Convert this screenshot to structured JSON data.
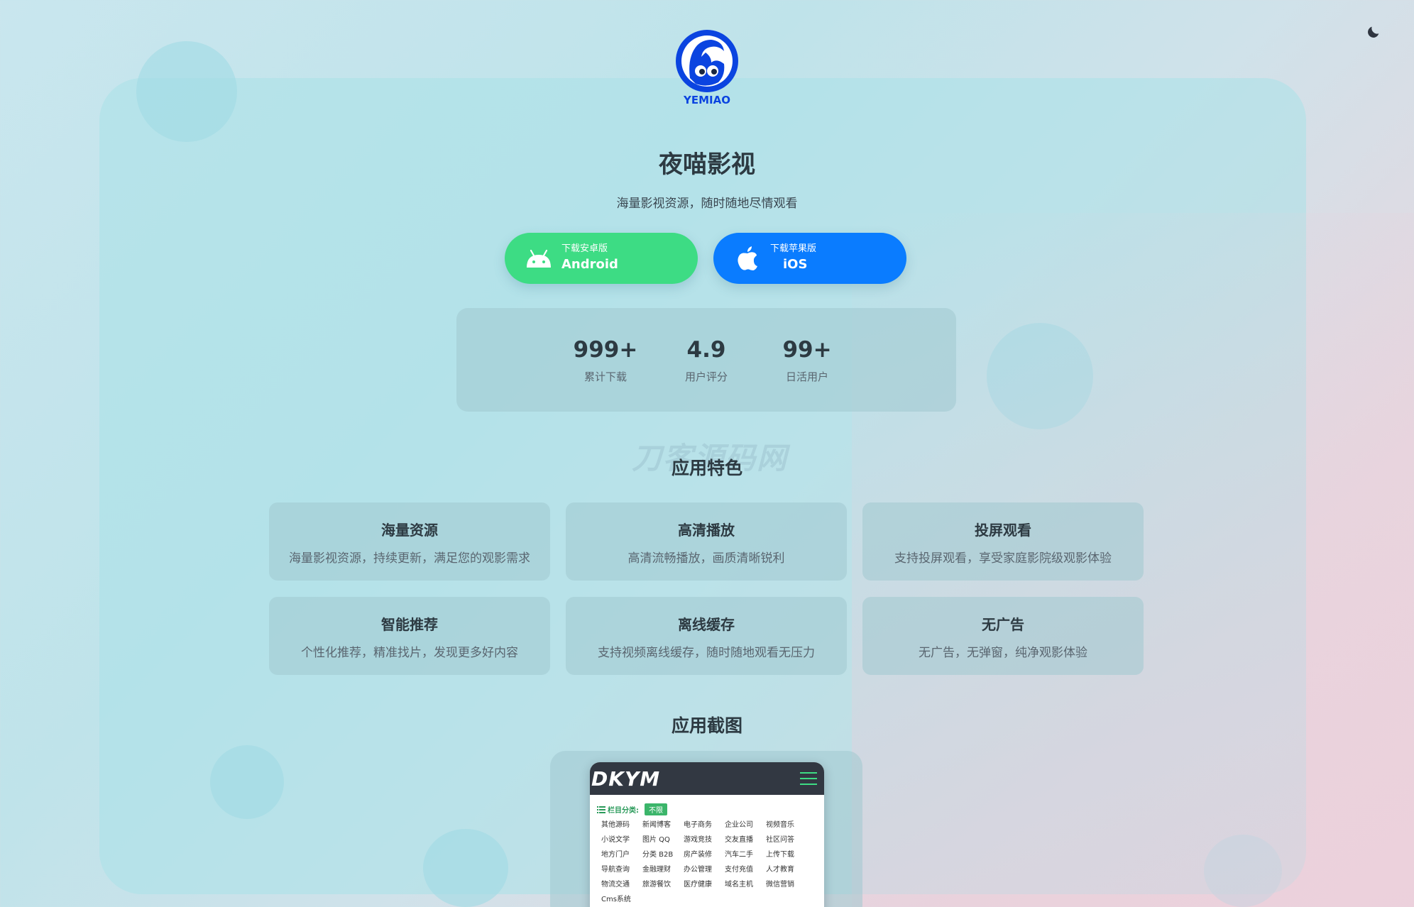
{
  "app": {
    "name": "夜喵影视",
    "tagline": "海量影视资源，随时随地尽情观看",
    "logo_text": "YEMIAO"
  },
  "theme_toggle": {
    "icon": "moon-icon"
  },
  "downloads": {
    "android": {
      "small": "下载安卓版",
      "big": "Android",
      "icon": "android-icon",
      "color": "#3ddc84"
    },
    "ios": {
      "small": "下载苹果版",
      "big": "iOS",
      "icon": "apple-icon",
      "color": "#0a7cff"
    }
  },
  "stats": [
    {
      "value": "999+",
      "label": "累计下载"
    },
    {
      "value": "4.9",
      "label": "用户评分"
    },
    {
      "value": "99+",
      "label": "日活用户"
    }
  ],
  "watermark": "刀客源码网",
  "features_section": {
    "title": "应用特色",
    "items": [
      {
        "title": "海量资源",
        "desc": "海量影视资源，持续更新，满足您的观影需求"
      },
      {
        "title": "高清播放",
        "desc": "高清流畅播放，画质清晰锐利"
      },
      {
        "title": "投屏观看",
        "desc": "支持投屏观看，享受家庭影院级观影体验"
      },
      {
        "title": "智能推荐",
        "desc": "个性化推荐，精准找片，发现更多好内容"
      },
      {
        "title": "离线缓存",
        "desc": "支持视频离线缓存，随时随地观看无压力"
      },
      {
        "title": "无广告",
        "desc": "无广告，无弹窗，纯净观影体验"
      }
    ]
  },
  "screenshots_section": {
    "title": "应用截图",
    "phone": {
      "brand": "DKYM",
      "category_label": "栏目分类:",
      "category_tag": "不限",
      "categories": [
        "其他源码",
        "新闻博客",
        "电子商务",
        "企业公司",
        "视频音乐",
        "小说文学",
        "图片 QQ",
        "游戏竞技",
        "交友直播",
        "社区问答",
        "地方门户",
        "分类 B2B",
        "房产装修",
        "汽车二手",
        "上传下载",
        "导航查询",
        "金融理财",
        "办公管理",
        "支付充值",
        "人才教育",
        "物流交通",
        "旅游餐饮",
        "医疗健康",
        "域名主机",
        "微信营销",
        "Cms系统"
      ]
    }
  },
  "colors": {
    "accent_green": "#3ddc84",
    "accent_blue": "#0a7cff",
    "logo_blue": "#0b44e0"
  }
}
